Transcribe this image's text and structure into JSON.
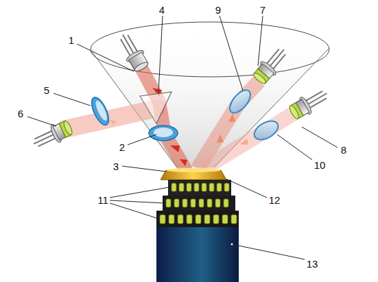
{
  "diagram": {
    "labels": [
      "4",
      "9",
      "7",
      "1",
      "5",
      "6",
      "8",
      "2",
      "10",
      "3",
      "11",
      "12",
      "13"
    ]
  }
}
